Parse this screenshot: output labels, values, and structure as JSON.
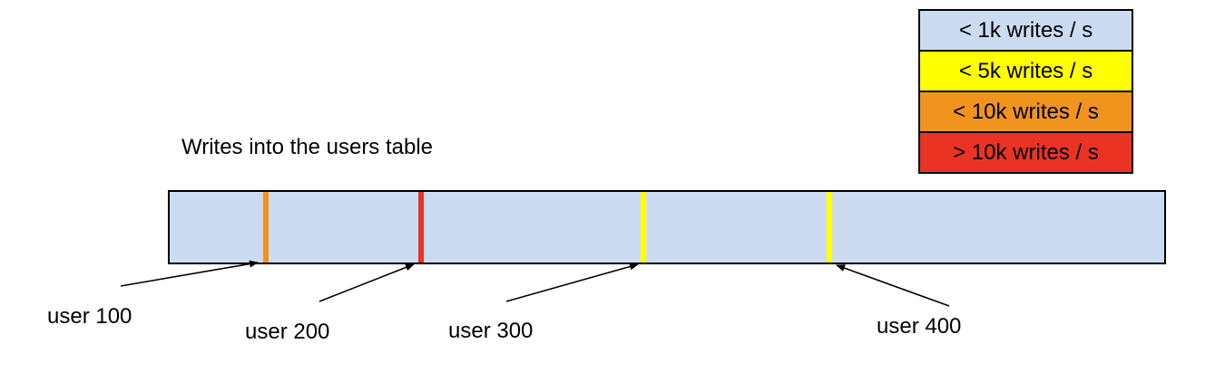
{
  "title": "Writes into the users table",
  "colors": {
    "bar_fill": "#cbdcf2",
    "lt_1k": "#cbdcf2",
    "lt_5k": "#ffff00",
    "lt_10k": "#f0941e",
    "gt_10k": "#ea3323",
    "ink": "#000000"
  },
  "legend": {
    "items": [
      {
        "label": "< 1k writes / s",
        "color": "#cbdcf2"
      },
      {
        "label": "< 5k writes / s",
        "color": "#ffff00"
      },
      {
        "label": "< 10k writes / s",
        "color": "#f0941e"
      },
      {
        "label": "> 10k writes / s",
        "color": "#ea3323"
      }
    ]
  },
  "bar": {
    "fill": "#cbdcf2",
    "marks": [
      {
        "user": "user 100",
        "bucket": "< 10k writes / s",
        "color": "#f0941e"
      },
      {
        "user": "user 200",
        "bucket": "> 10k writes / s",
        "color": "#ea3323"
      },
      {
        "user": "user 300",
        "bucket": "< 5k writes / s",
        "color": "#ffff00"
      },
      {
        "user": "user 400",
        "bucket": "< 5k writes / s",
        "color": "#ffff00"
      }
    ]
  },
  "labels": [
    {
      "text": "user 100"
    },
    {
      "text": "user 200"
    },
    {
      "text": "user 300"
    },
    {
      "text": "user 400"
    }
  ]
}
